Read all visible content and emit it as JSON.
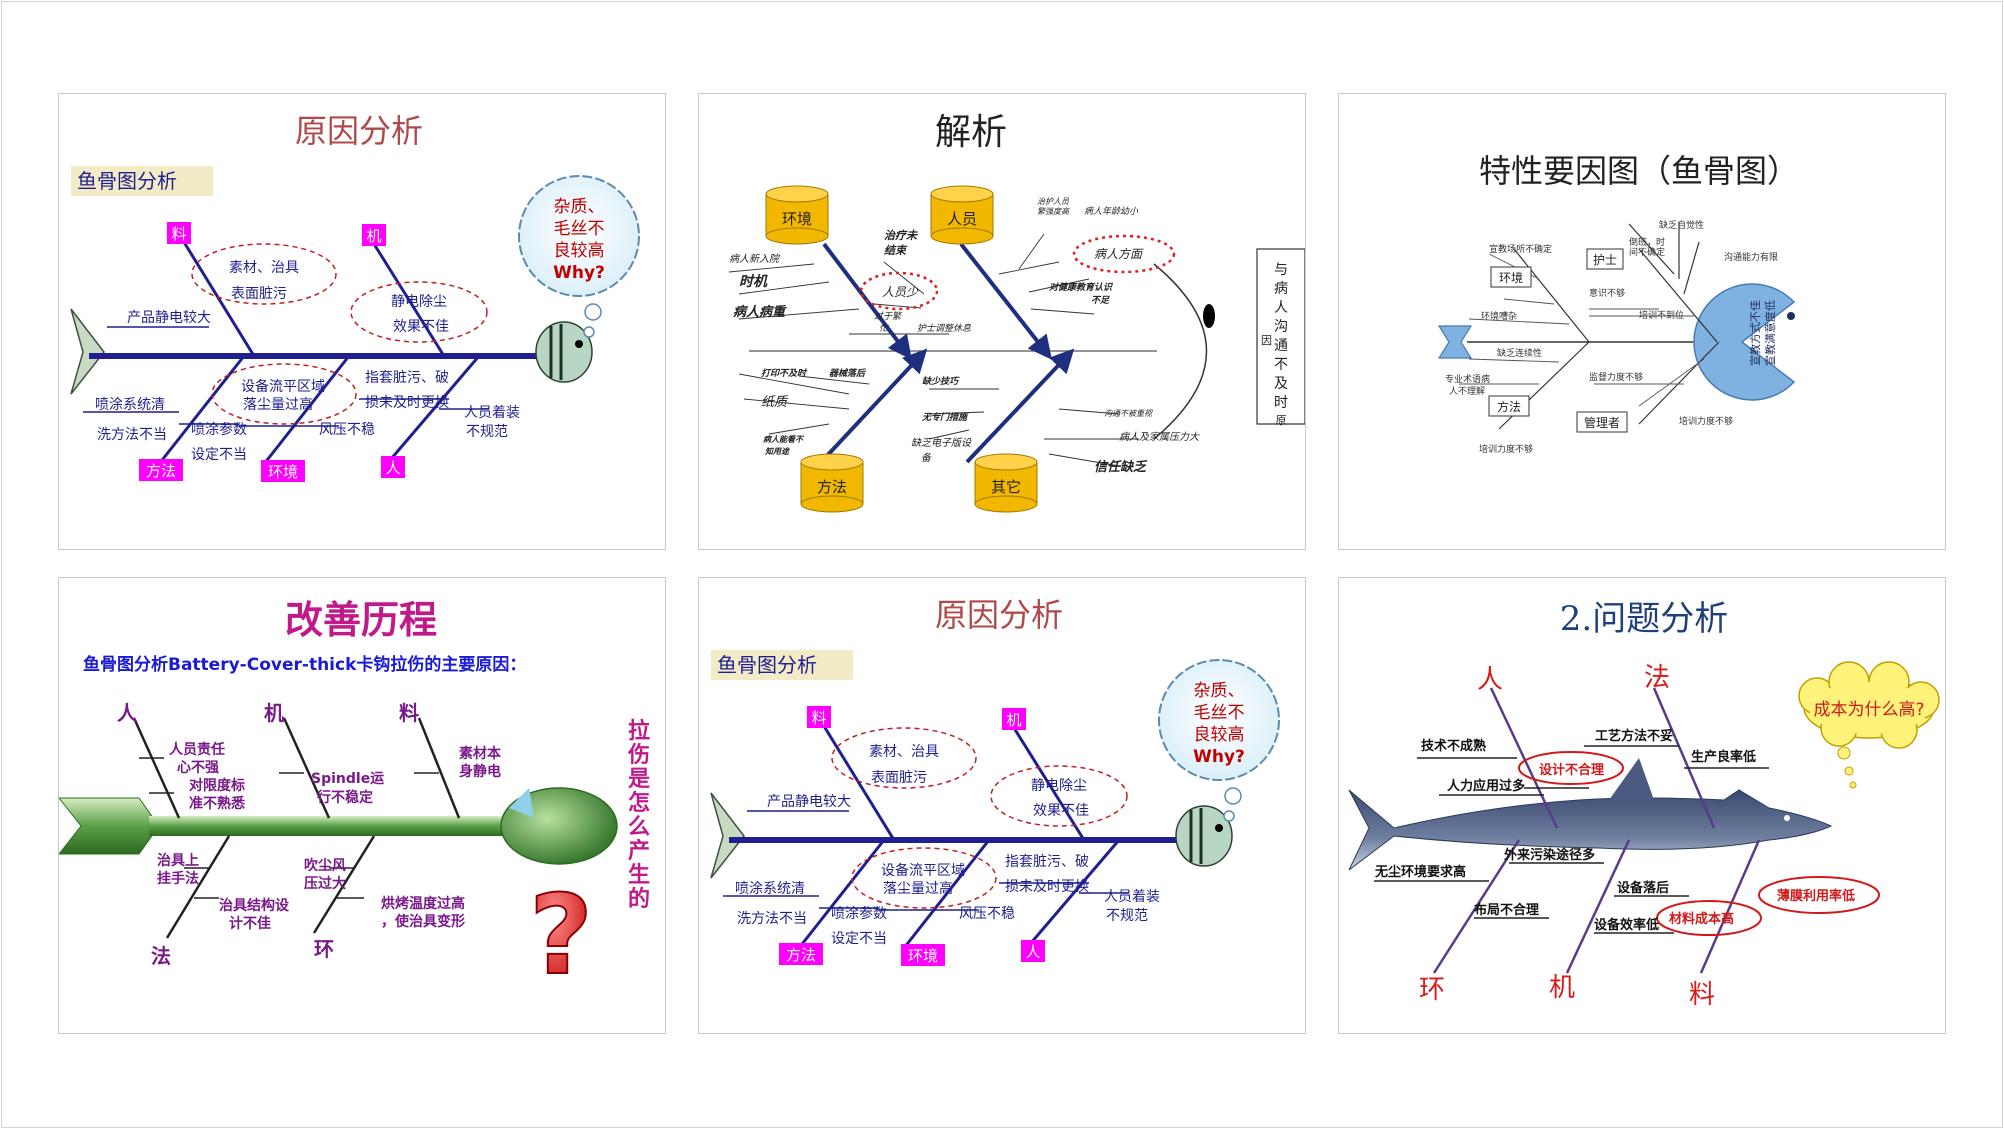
{
  "slides": [
    {
      "title": "原因分析",
      "subtitle": "鱼骨图分析",
      "bubble": [
        "杂质、",
        "毛丝不",
        "良较高",
        "Why?"
      ],
      "categories": [
        "料",
        "机",
        "方法",
        "环境",
        "人"
      ],
      "causes": {
        "mat1": "素材、治具",
        "mat2": "表面脏污",
        "mat3": "产品静电较大",
        "mac1": "静电除尘",
        "mac2": "效果不佳",
        "env1": "设备流平区域",
        "env2": "落尘量过高",
        "env3": "风压不稳",
        "met1": "喷涂系统清",
        "met2": "洗方法不当",
        "met3": "喷涂参数",
        "met4": "设定不当",
        "peo1": "指套脏污、破",
        "peo2": "损未及时更换",
        "peo3": "人员着装",
        "peo4": "不规范"
      }
    },
    {
      "title": "解析",
      "categories": [
        "环境",
        "人员",
        "方法",
        "其它"
      ],
      "effect": "与病人沟通不及时原因",
      "causes": {
        "a1": "病人新入院",
        "a2": "时机",
        "a3": "病人病重",
        "b1": "治疗未",
        "b2": "结束",
        "b3": "人员少",
        "b4": "过于繁",
        "b5": "忙",
        "b6": "护士调整休息",
        "c1": "治护人员",
        "c2": "繁强度高",
        "c3": "病人年龄幼小",
        "c4": "病人方面",
        "c5": "对健康教育认识",
        "c6": "不足",
        "d1": "打印不及时",
        "d2": "器械落后",
        "d3": "纸质",
        "d4": "病人能看不",
        "d5": "知用途",
        "e1": "缺少技巧",
        "e2": "无专门措施",
        "e3": "缺乏电子版设",
        "e4": "备",
        "f1": "沟通不被重视",
        "f2": "病人及家属压力大",
        "f3": "信任缺乏"
      }
    },
    {
      "title": "特性要因图（鱼骨图）",
      "categories": [
        "环境",
        "护士",
        "方法",
        "管理者"
      ],
      "head": [
        "宣教方式不佳",
        "宣教满意度低"
      ],
      "causes": {
        "a1": "宣教场所不确定",
        "a2": "环境嘈杂",
        "a3": "缺乏连续性",
        "a4": "专业术语病",
        "a5": "人不理解",
        "b1": "缺乏自觉性",
        "b2": "倒班，时",
        "b3": "间不确定",
        "b4": "沟通能力有限",
        "b5": "意识不够",
        "b6": "培训不到位",
        "c1": "监督力度不够",
        "c2": "培训力度不够"
      }
    },
    {
      "title": "改善历程",
      "subtitle": "鱼骨图分析Battery-Cover-thick卡钩拉伤的主要原因：",
      "categories": [
        "人",
        "机",
        "料",
        "法",
        "环"
      ],
      "effect": "拉伤是怎么产生的",
      "question": "?",
      "causes": {
        "p1": "人员责任",
        "p2": "心不强",
        "p3": "对限度标",
        "p4": "准不熟悉",
        "m1": "Spindle运",
        "m2": "行不稳定",
        "l1": "素材本",
        "l2": "身静电",
        "f1": "治具上",
        "f2": "挂手法",
        "f3": "治具结构设",
        "f4": "计不佳",
        "h1": "吹尘风",
        "h2": "压过大",
        "h3": "烘烤温度过高",
        "h4": "，使治具变形"
      }
    },
    {
      "title": "原因分析",
      "subtitle": "鱼骨图分析",
      "bubble": [
        "杂质、",
        "毛丝不",
        "良较高",
        "Why?"
      ],
      "categories": [
        "料",
        "机",
        "方法",
        "环境",
        "人"
      ],
      "causes": {
        "mat1": "素材、治具",
        "mat2": "表面脏污",
        "mat3": "产品静电较大",
        "mac1": "静电除尘",
        "mac2": "效果不佳",
        "env1": "设备流平区域",
        "env2": "落尘量过高",
        "env3": "风压不稳",
        "met1": "喷涂系统清",
        "met2": "洗方法不当",
        "met3": "喷涂参数",
        "met4": "设定不当",
        "peo1": "指套脏污、破",
        "peo2": "损未及时更换",
        "peo3": "人员着装",
        "peo4": "不规范"
      }
    },
    {
      "title": "2.问题分析",
      "categories": [
        "人",
        "法",
        "环",
        "机",
        "料"
      ],
      "bubble": "成本为什么高?",
      "causes": {
        "a1": "技术不成熟",
        "a2": "设计不合理",
        "a3": "人力应用过多",
        "b1": "工艺方法不妥",
        "b2": "生产良率低",
        "c1": "外来污染途径多",
        "c2": "无尘环境要求高",
        "c3": "布局不合理",
        "d1": "设备落后",
        "d2": "设备效率低",
        "d3": "材料成本高",
        "e1": "薄膜利用率低"
      }
    }
  ],
  "colors": {
    "title_red": "#b04a4a",
    "fish_spine": "#1f1f8f",
    "label_blue": "#1f1f8f",
    "cat_magenta": "#ff00ff",
    "purple": "#7a1a8a",
    "green": "#3d8a2a",
    "cylinder": "#f2b800"
  }
}
